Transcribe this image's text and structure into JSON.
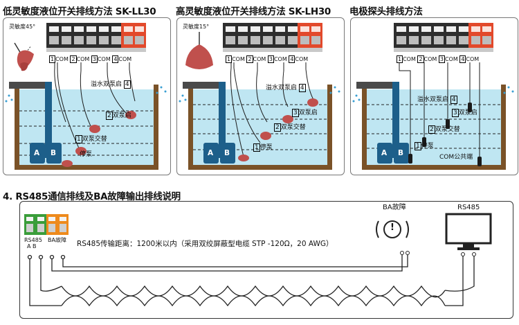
{
  "titles": {
    "p1": "低灵敏度液位开关排线方法 SK-LL30",
    "p2": "高灵敏度液位开关排线方法 SK-LH30",
    "p3": "电极探头排线方法",
    "s4": "4. RS485通信排线及BA故障输出排线说明"
  },
  "p1": {
    "sensitivity": "灵敏度45°",
    "com_labels": [
      "1",
      "COM",
      "2",
      "COM",
      "3",
      "COM",
      "4",
      "COM"
    ],
    "levels": [
      {
        "num": "4",
        "text": "溢水双泵启"
      },
      {
        "num": "2",
        "text": "双泵启"
      },
      {
        "num": "1",
        "text": "双泵交替"
      },
      {
        "num": "",
        "text": "停泵"
      }
    ],
    "pumps": [
      "A",
      "B"
    ]
  },
  "p2": {
    "sensitivity": "灵敏度15°",
    "com_labels": [
      "1",
      "COM",
      "2",
      "COM",
      "3",
      "COM",
      "4",
      "COM"
    ],
    "levels": [
      {
        "num": "4",
        "text": "溢水双泵启"
      },
      {
        "num": "3",
        "text": "双泵启"
      },
      {
        "num": "2",
        "text": "双泵交替"
      },
      {
        "num": "1",
        "text": "停泵"
      }
    ],
    "pumps": [
      "A",
      "B"
    ]
  },
  "p3": {
    "com_labels": [
      "1",
      "COM",
      "2",
      "COM",
      "3",
      "COM",
      "4",
      "COM"
    ],
    "levels": [
      {
        "num": "4",
        "text": "溢水双泵启"
      },
      {
        "num": "3",
        "text": "双泵启"
      },
      {
        "num": "2",
        "text": "双泵交替"
      },
      {
        "num": "1",
        "text": "停泵"
      }
    ],
    "com_public": "COM公共端",
    "pumps": [
      "A",
      "B"
    ]
  },
  "s4": {
    "terminal_left": "RS485",
    "terminal_ab": "A  B",
    "terminal_right": "BA故障",
    "distance_note": "RS485传输距离：1200米以内（采用双绞屏蔽型电缆 STP -120Ω，20 AWG）",
    "alarm_label": "BA故障",
    "alarm_symbol": "!",
    "monitor_label": "RS485"
  },
  "colors": {
    "water": "#bfe6f2",
    "tank_wall": "#7a5228",
    "terminal_grey": "#444444",
    "terminal_red": "#e2492b",
    "terminal_green": "#3a9d3a",
    "terminal_orange": "#ee8a1c",
    "pump_blue": "#1d5f8a",
    "float_color": "#c0504d"
  }
}
